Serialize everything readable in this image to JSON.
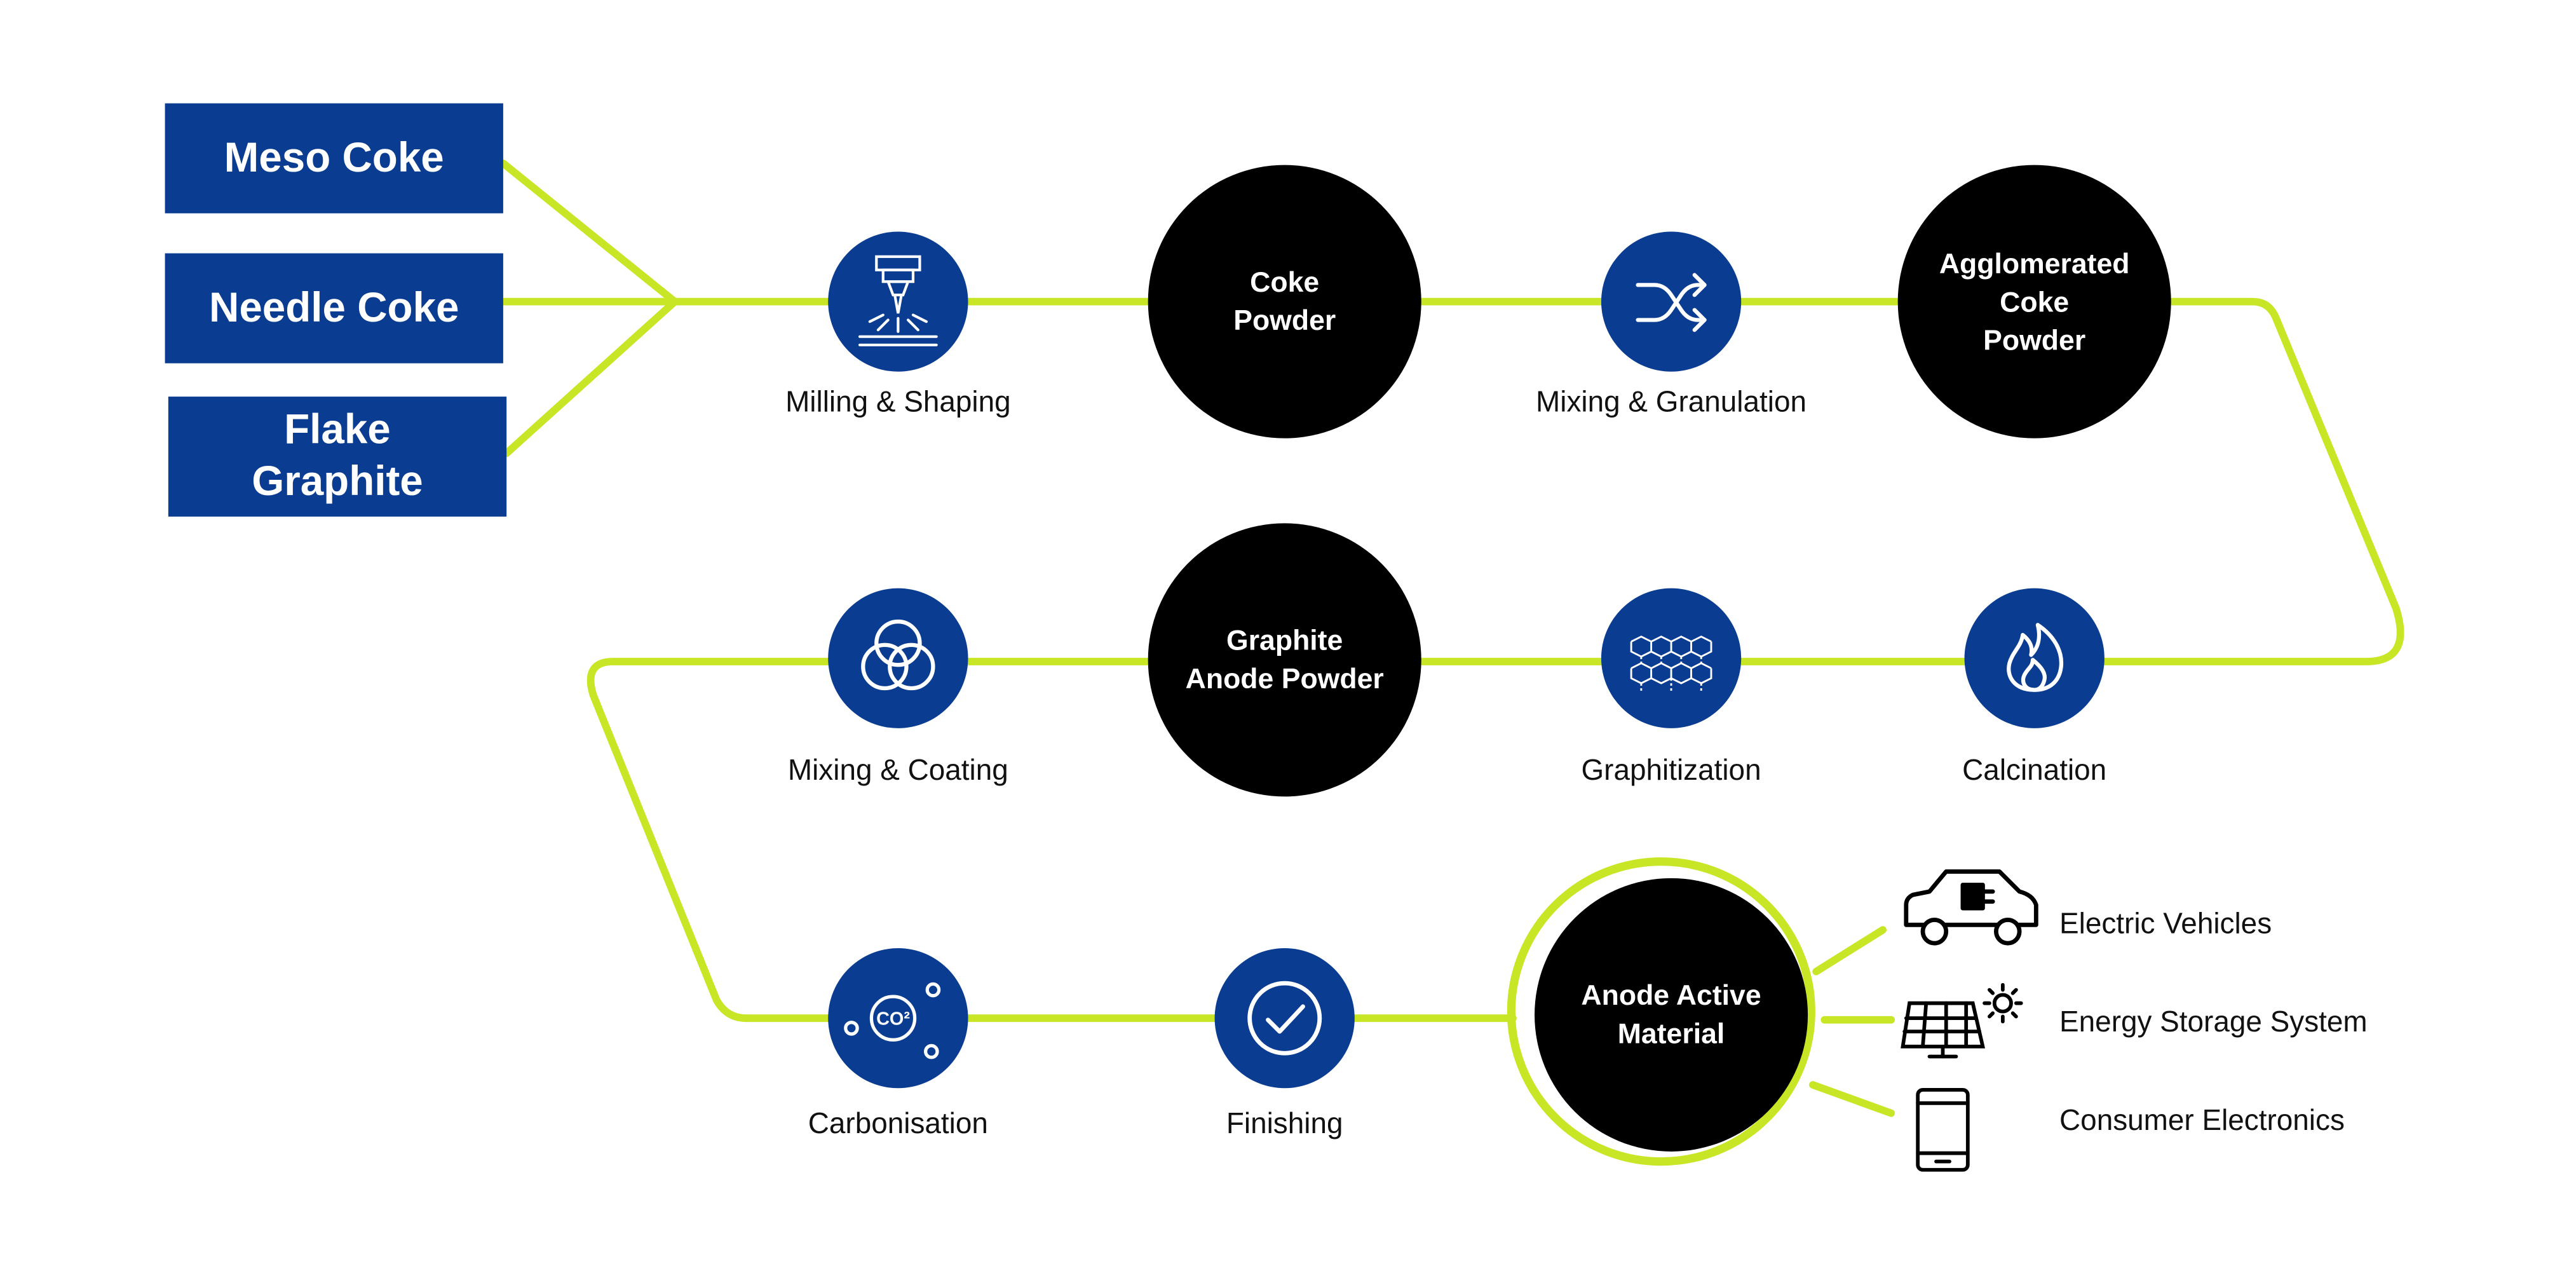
{
  "sources": [
    {
      "label": "Meso Coke"
    },
    {
      "label": "Needle Coke"
    },
    {
      "label": "Flake\nGraphite"
    }
  ],
  "steps": [
    {
      "label": "Milling & Shaping",
      "icon": "milling-icon"
    },
    {
      "label": "Mixing & Granulation",
      "icon": "shuffle-icon"
    },
    {
      "label": "Calcination",
      "icon": "flame-icon"
    },
    {
      "label": "Graphitization",
      "icon": "graphene-lattice-icon"
    },
    {
      "label": "Mixing & Coating",
      "icon": "overlapping-circles-icon"
    },
    {
      "label": "Carbonisation",
      "icon": "co2-icon"
    },
    {
      "label": "Finishing",
      "icon": "checkmark-icon"
    }
  ],
  "products": [
    {
      "label": "Coke\nPowder"
    },
    {
      "label": "Agglomerated\nCoke\nPowder"
    },
    {
      "label": "Graphite\nAnode Powder"
    },
    {
      "label": "Anode Active\nMaterial"
    }
  ],
  "applications": [
    {
      "label": "Electric Vehicles",
      "icon": "electric-car-icon"
    },
    {
      "label": "Energy Storage System",
      "icon": "solar-panel-icon"
    },
    {
      "label": "Consumer Electronics",
      "icon": "smartphone-icon"
    }
  ],
  "colors": {
    "blue": "#0a3d91",
    "green_line": "#c8e625",
    "node_black": "#000000"
  }
}
